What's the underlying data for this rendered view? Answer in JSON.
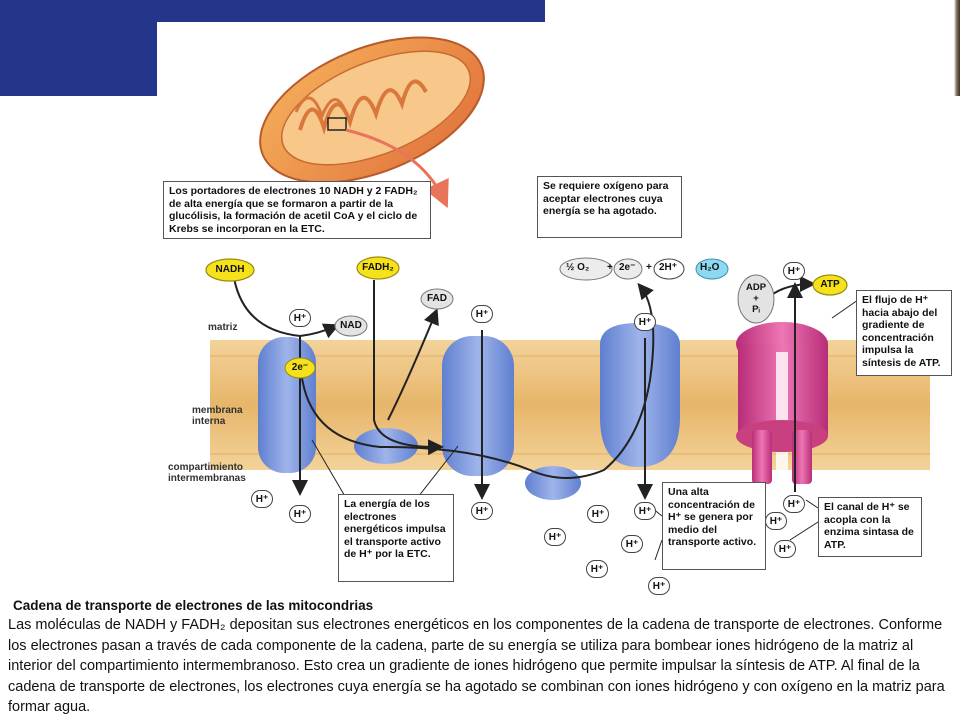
{
  "colors": {
    "slide_blue": "#25358a",
    "membrane_tan": "#e9b86e",
    "protein_blue": "#7b97dc",
    "atp_synthase": "#d94a93",
    "nadh_yellow": "#f5e21a"
  },
  "notes": {
    "carriers": "Los portadores de electrones 10 NADH y 2 FADH₂ de alta energía que se formaron a partir de la glucólisis, la formación de acetil CoA y el ciclo de Krebs se incorporan en la ETC.",
    "oxygen": "Se requiere oxígeno para aceptar electrones cuya energía se ha agotado.",
    "flow": "El flujo de H⁺ hacia abajo del gradiente de concentración impulsa la síntesis de ATP.",
    "energy": "La energía de los electrones energéticos impulsa el transporte activo de H⁺ por la ETC.",
    "concentration": "Una alta concentración de H⁺ se genera por medio del transporte activo.",
    "channel": "El canal de H⁺ se acopla con la enzima sintasa de ATP."
  },
  "labels": {
    "matrix": "matriz",
    "inner_membrane": "membrana\ninterna",
    "intermembrane": "compartimiento\nintermembranas"
  },
  "molecules": {
    "nadh": "NADH",
    "fadh2": "FADH₂",
    "fad": "FAD",
    "nad": "NAD",
    "electrons": "2e⁻",
    "adp": "ADP\n+\nPᵢ",
    "atp": "ATP",
    "h_ion": "H⁺",
    "half": "½ O₂",
    "plus": "+",
    "two_e": "2e⁻",
    "two_h": "2H⁺",
    "water": "H₂O"
  },
  "caption": {
    "title": "Cadena de transporte de electrones de las mitocondrias",
    "body": "Las moléculas de NADH y FADH₂ depositan sus electrones energéticos en los componentes de la cadena de transporte de electrones. Conforme los electrones pasan a través de cada componente de la cadena, parte de su energía se utiliza para bombear iones hidrógeno de la matriz al interior del compartimiento intermembranoso. Esto crea un gradiente de iones hidrógeno que permite impulsar la síntesis de ATP. Al final de la cadena de transporte de electrones, los electrones cuya energía se ha agotado se combinan con iones hidrógeno y con oxígeno en la matriz para formar agua."
  }
}
